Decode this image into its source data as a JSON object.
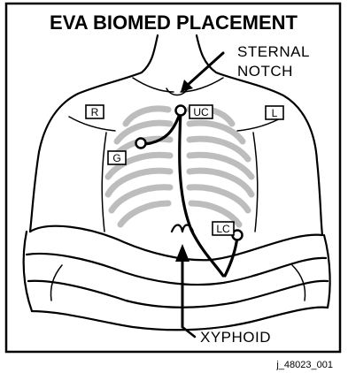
{
  "title": "EVA BIOMED PLACEMENT",
  "callouts": {
    "sternal_notch": {
      "line1": "STERNAL",
      "line2": "NOTCH"
    },
    "xyphoid": "XYPHOID"
  },
  "electrodes": [
    {
      "id": "R",
      "label": "R"
    },
    {
      "id": "L",
      "label": "L"
    },
    {
      "id": "UC",
      "label": "UC"
    },
    {
      "id": "G",
      "label": "G"
    },
    {
      "id": "LC",
      "label": "LC"
    }
  ],
  "caption": "j_48023_001",
  "colors": {
    "line": "#000000",
    "ribs": "#bdbdbd",
    "background": "#ffffff"
  }
}
